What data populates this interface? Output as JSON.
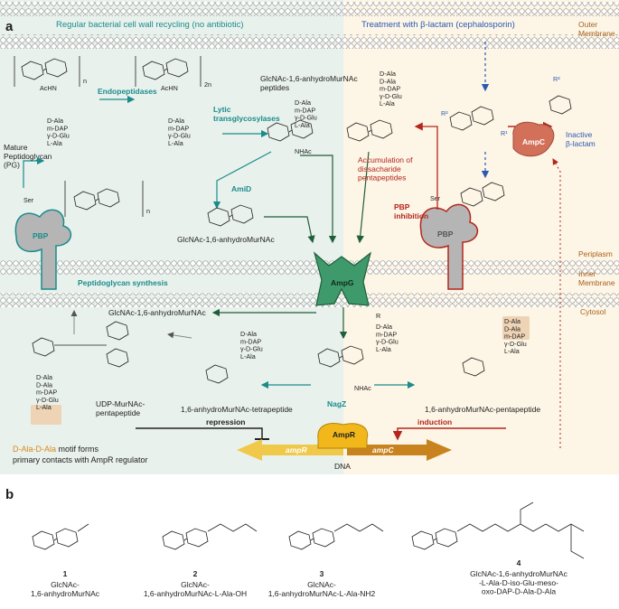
{
  "panel_a": {
    "letter": "a",
    "left_header": "Regular bacterial cell wall recycling (no antibiotic)",
    "right_header": "Treatment with β-lactam (cephalosporin)",
    "outer_membrane": "Outer\nMembrane",
    "periplasm": "Periplasm",
    "inner_membrane": "Inner\nMembrane",
    "cytosol": "Cytosol",
    "endopeptidases": "Endopeptidases",
    "lytic_transglycosylases": "Lytic\ntransglycosylases",
    "amid": "AmiD",
    "peptidoglycan_synthesis": "Peptidoglycan synthesis",
    "mature_pg": "Mature\nPeptidoglycan\n(PG)",
    "pbp": "PBP",
    "ampg": "AmpG",
    "ampc_protein": "AmpC",
    "inactive_blactam": "Inactive\nβ-lactam",
    "accumulation": "Accumulation of\ndissacharide\npentapeptides",
    "pbp_inhibition": "PBP\ninhibition",
    "glcnac_peptides": "GlcNAc-1,6-anhydroMurNAc\npeptides",
    "glcnac_anhydro_peri": "GlcNAc-1,6-anhydroMurNAc",
    "glcnac_anhydro_cyto": "GlcNAc-1,6-anhydroMurNAc",
    "nagz": "NagZ",
    "tetrapeptide": "1,6-anhydroMurNAc-tetrapeptide",
    "pentapeptide": "1,6-anhydroMurNAc-pentapeptide",
    "udp_murnac": "UDP-MurNAc-\npentapeptide",
    "repression": "repression",
    "induction": "induction",
    "ampr_protein": "AmpR",
    "ampr_gene": "ampR",
    "ampc_gene": "ampC",
    "dna": "DNA",
    "motif_note_1": "D-Ala-D-Ala",
    "motif_note_2": " motif forms",
    "motif_note_3": "primary contacts with AmpR regulator",
    "peptide_chain": "D-Ala\nm-DAP\nγ-D-Glu\nL-Ala",
    "peptide_chain_penta": "D-Ala\nD-Ala\nm-DAP\nγ-D-Glu\nL-Ala",
    "n": "n",
    "two_n": "2n",
    "nhac": "NHAc",
    "achn": "AcHN",
    "ser": "Ser",
    "r_group": "R",
    "r1": "R¹",
    "r2": "R²"
  },
  "panel_b": {
    "letter": "b",
    "compounds": [
      {
        "number": "1",
        "name": "GlcNAc-\n1,6-anhydroMurNAc"
      },
      {
        "number": "2",
        "name": "GlcNAc-\n1,6-anhydroMurNAc-L-Ala-OH"
      },
      {
        "number": "3",
        "name": "GlcNAc-\n1,6-anhydroMurNAc-L-Ala-NH2"
      },
      {
        "number": "4",
        "name": "GlcNAc-1,6-anhydroMurNAc\n-L-Ala-D-iso-Glu-meso-\noxo-DAP-D-Ala-D-Ala"
      }
    ]
  },
  "colors": {
    "teal": "#1a8c8c",
    "dark_green": "#1f5e3a",
    "ampg_green": "#3e9a6a",
    "red": "#b3261e",
    "blue": "#2b59b3",
    "amp_c_fill": "#d2705a",
    "ampr_fill": "#f2b71b",
    "ampr_arrow": "#f0c94a",
    "ampc_arrow": "#c8821e",
    "left_bg": "#e9f1ec",
    "right_bg": "#fdf5e5"
  }
}
